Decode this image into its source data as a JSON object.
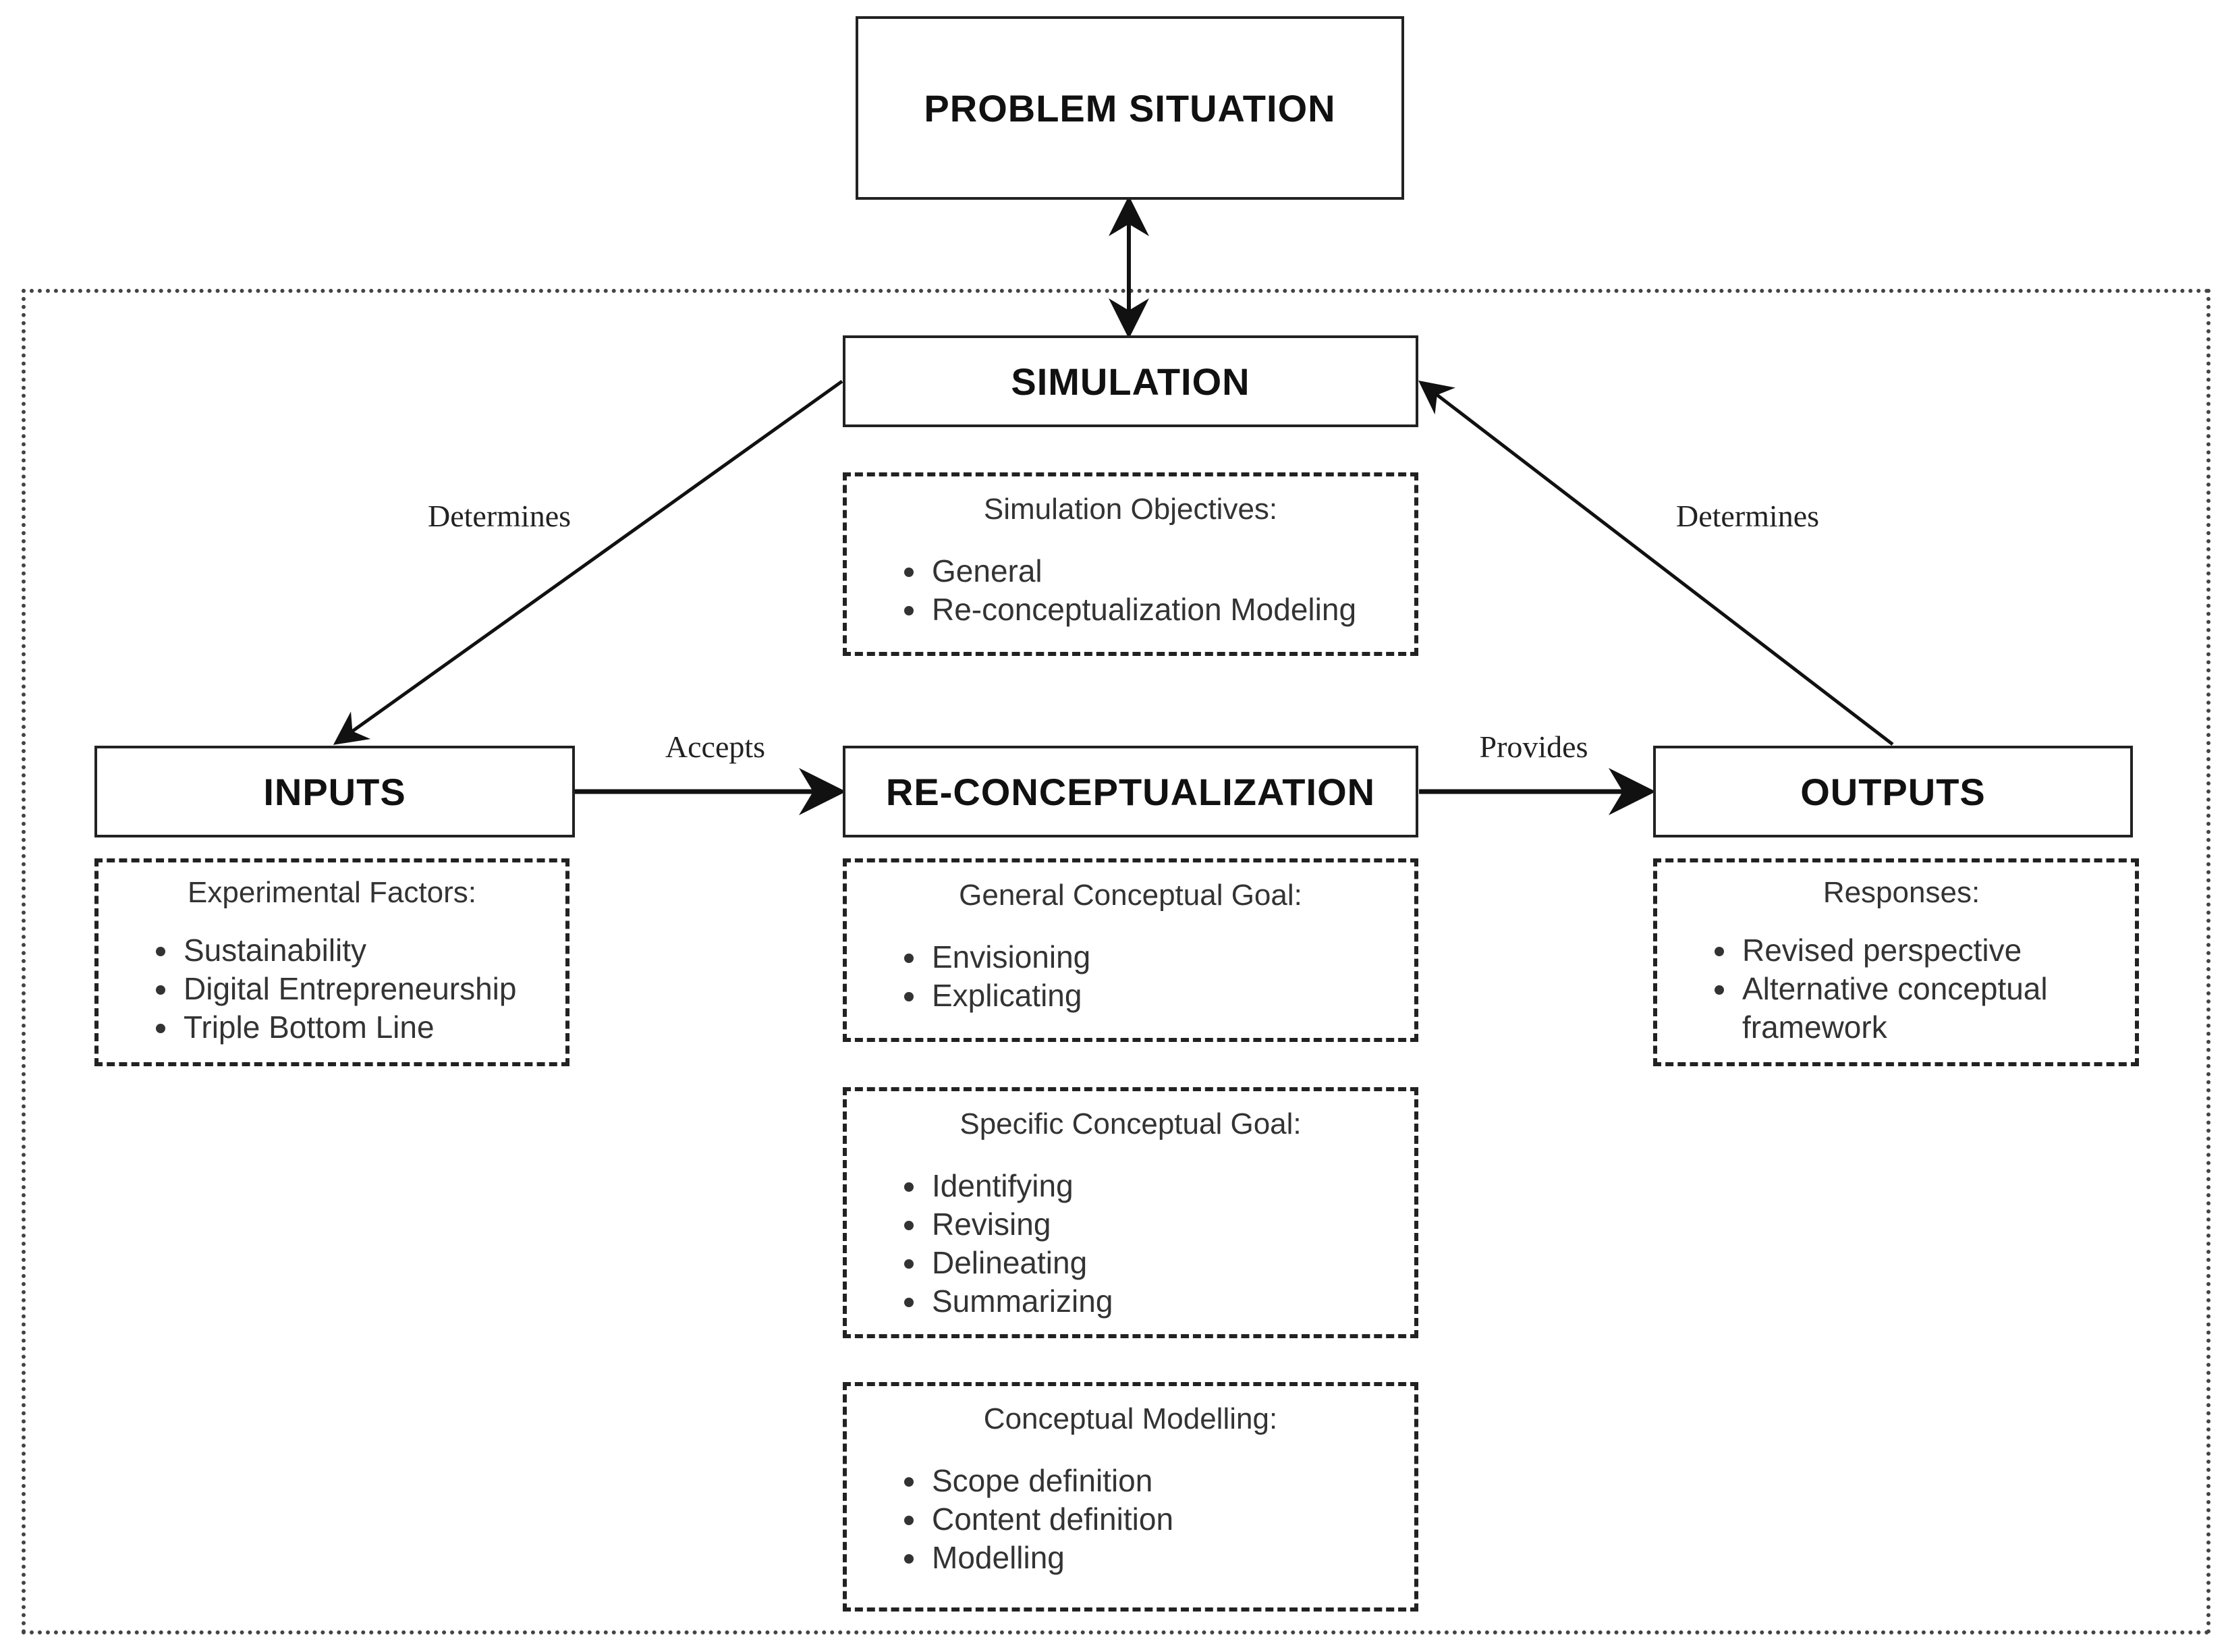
{
  "nodes": {
    "problem": "PROBLEM SITUATION",
    "simulation": "SIMULATION",
    "inputs": "INPUTS",
    "reconceptualization": "RE-CONCEPTUALIZATION",
    "outputs": "OUTPUTS"
  },
  "edges": {
    "determines_left": "Determines",
    "determines_right": "Determines",
    "accepts": "Accepts",
    "provides": "Provides"
  },
  "simulation_objectives": {
    "heading": "Simulation Objectives:",
    "items": [
      "General",
      "Re-conceptualization Modeling"
    ]
  },
  "experimental_factors": {
    "heading": "Experimental Factors:",
    "items": [
      "Sustainability",
      "Digital Entrepreneurship",
      "Triple Bottom Line"
    ]
  },
  "general_goal": {
    "heading": "General Conceptual Goal:",
    "items": [
      "Envisioning",
      "Explicating"
    ]
  },
  "specific_goal": {
    "heading": "Specific Conceptual Goal:",
    "items": [
      "Identifying",
      "Revising",
      "Delineating",
      "Summarizing"
    ]
  },
  "conceptual_modelling": {
    "heading": "Conceptual Modelling:",
    "items": [
      "Scope definition",
      "Content definition",
      "Modelling"
    ]
  },
  "responses": {
    "heading": "Responses:",
    "items": [
      "Revised perspective",
      "Alternative conceptual framework"
    ]
  }
}
